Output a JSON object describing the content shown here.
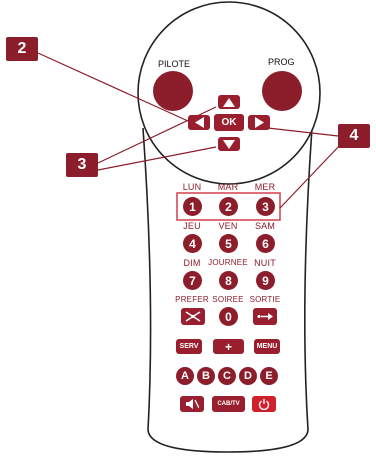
{
  "callouts": {
    "c2": "2",
    "c3": "3",
    "c4": "4"
  },
  "top": {
    "pilote": "PILOTE",
    "prog": "PROG",
    "ok": "OK"
  },
  "days_row1": {
    "l1": "LUN",
    "l2": "MAR",
    "l3": "MER",
    "n1": "1",
    "n2": "2",
    "n3": "3"
  },
  "days_row2": {
    "l1": "JEU",
    "l2": "VEN",
    "l3": "SAM",
    "n1": "4",
    "n2": "5",
    "n3": "6"
  },
  "days_row3": {
    "l1": "DIM",
    "l2": "JOURNEE",
    "l3": "NUIT",
    "n1": "7",
    "n2": "8",
    "n3": "9"
  },
  "row4": {
    "l1": "PREFER",
    "l2": "SOIREE",
    "l3": "SORTIE",
    "n2": "0"
  },
  "func": {
    "serv": "SERV",
    "plus": "+",
    "menu": "MENU"
  },
  "letters": [
    "A",
    "B",
    "C",
    "D",
    "E"
  ],
  "bottom": {
    "cab": "CAB/TV"
  },
  "colors": {
    "accent": "#8c1d2a",
    "button": "#9a1f2e",
    "highlight": "#d64a57"
  }
}
